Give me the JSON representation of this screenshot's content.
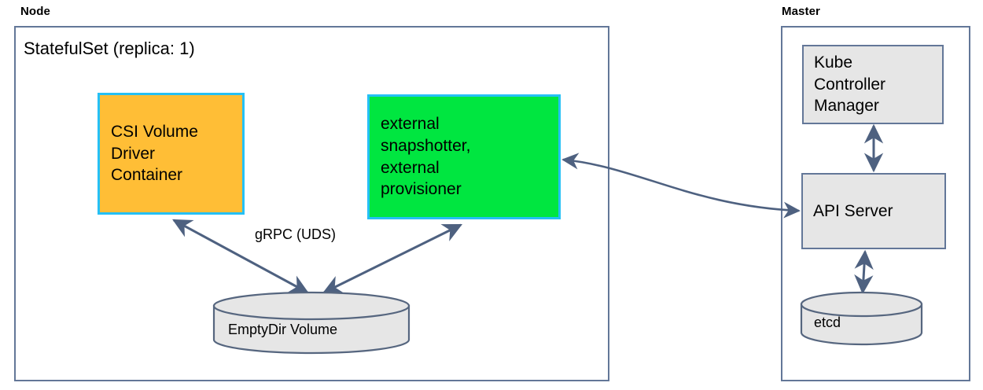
{
  "diagram": {
    "type": "architecture-diagram",
    "title_node": "Node",
    "title_master": "Master",
    "groups": [
      {
        "id": "node",
        "label": "Node"
      },
      {
        "id": "master",
        "label": "Master"
      }
    ],
    "node": {
      "label": "Node",
      "statefulset_title": "StatefulSet (replica: 1)",
      "csi_driver": {
        "lines": [
          "CSI Volume",
          "Driver",
          "Container"
        ],
        "fill": "#FFBE36",
        "border": "#25C0F5"
      },
      "external_components": {
        "lines": [
          "external",
          "snapshotter,",
          "external",
          "provisioner"
        ],
        "fill": "#00E640",
        "border": "#25C0F5"
      },
      "emptydir_volume": {
        "label": "EmptyDir Volume",
        "fill": "#E6E6E6",
        "border": "#637798"
      },
      "grpc_label": "gRPC (UDS)"
    },
    "master": {
      "label": "Master",
      "kube_controller_manager": {
        "lines": [
          "Kube",
          "Controller",
          "Manager"
        ],
        "fill": "#E6E6E6",
        "border": "#637798"
      },
      "api_server": {
        "lines": [
          "API Server"
        ],
        "fill": "#E6E6E6",
        "border": "#637798"
      },
      "etcd": {
        "label": "etcd",
        "fill": "#E6E6E6",
        "border": "#637798"
      }
    },
    "connections": [
      {
        "id": "csi-to-emptydir",
        "from": "CSI Volume Driver Container",
        "to": "EmptyDir Volume",
        "label": "gRPC (UDS)",
        "bidirectional": true
      },
      {
        "id": "external-to-emptydir",
        "from": "external snapshotter, external provisioner",
        "to": "EmptyDir Volume",
        "label": "",
        "bidirectional": true
      },
      {
        "id": "external-to-apiserver",
        "from": "external snapshotter, external provisioner",
        "to": "API Server",
        "label": "",
        "bidirectional": true
      },
      {
        "id": "kcm-to-apiserver",
        "from": "Kube Controller Manager",
        "to": "API Server",
        "label": "",
        "bidirectional": true
      },
      {
        "id": "apiserver-to-etcd",
        "from": "API Server",
        "to": "etcd",
        "label": "",
        "bidirectional": true
      }
    ],
    "colors": {
      "group_border": "#637798",
      "arrow": "#4E6180",
      "orange_fill": "#FFBE36",
      "green_fill": "#00E640",
      "cyan_border": "#25C0F5",
      "grey_fill": "#E6E6E6",
      "background": "#FFFFFF"
    }
  }
}
